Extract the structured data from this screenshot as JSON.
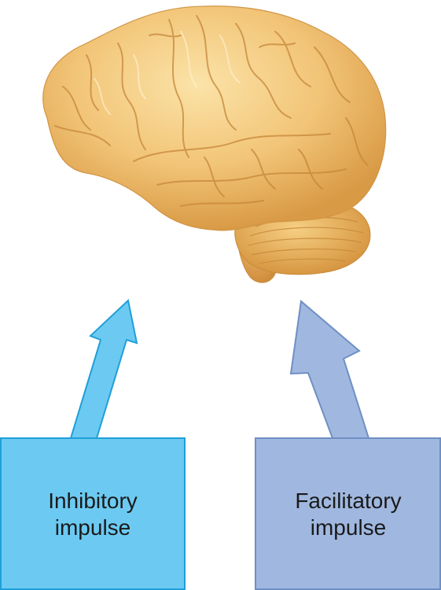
{
  "diagram": {
    "illustration": "brain",
    "boxes": [
      {
        "id": "inhibitory",
        "line1": "Inhibitory",
        "line2": "impulse",
        "fill": "#6ccaf2",
        "stroke": "#1f9fd8"
      },
      {
        "id": "facilitatory",
        "line1": "Facilitatory",
        "line2": "impulse",
        "fill": "#a0b8e0",
        "stroke": "#6f8fc4"
      }
    ],
    "colors": {
      "brain_light": "#f7d28c",
      "brain_mid": "#eab562",
      "brain_dark": "#c98a38",
      "background": "#ffffff"
    }
  }
}
